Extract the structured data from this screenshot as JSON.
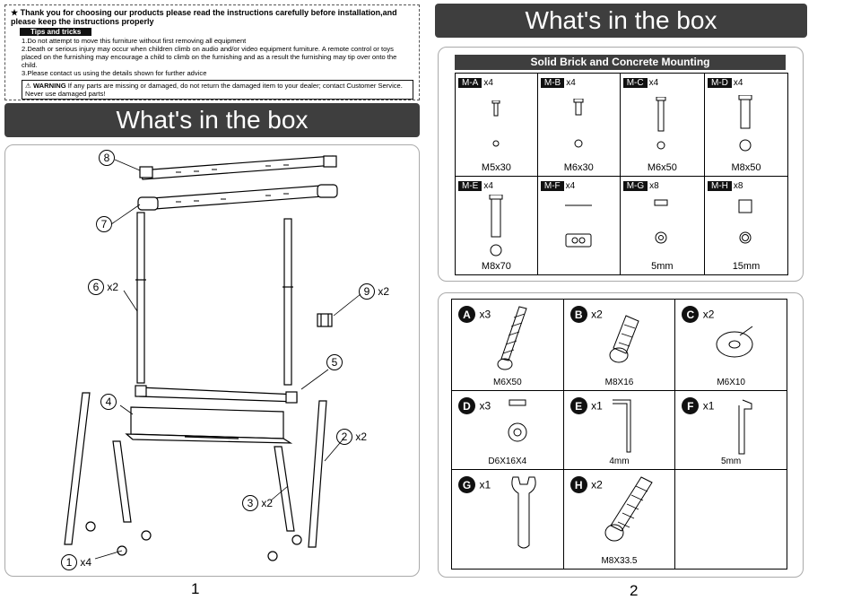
{
  "notice": {
    "header": "★ Thank you for choosing our products please read the instructions carefully before installation,and please keep the instructions properly",
    "tips_label": "Tips and tricks",
    "tips": [
      "1.Do not attempt to move this furniture without first removing all equipment",
      "2.Death or serious injury may occur when children climb on audio and/or video equipment furniture. A remote control or toys placed on the furnishing may encourage a child to climb on the furnishing and as a result the furnishing may tip over onto the child.",
      "3.Please contact us using the details shown for further advice"
    ],
    "warning_label": "WARNING",
    "warning_text": "If any parts are missing or damaged, do not return the damaged item to your dealer; contact Customer Service. Never use damaged parts!"
  },
  "left": {
    "title": "What's in the box",
    "page_number": "1",
    "parts": [
      {
        "num": "8",
        "qty": ""
      },
      {
        "num": "7",
        "qty": ""
      },
      {
        "num": "6",
        "qty": "x2"
      },
      {
        "num": "9",
        "qty": "x2"
      },
      {
        "num": "5",
        "qty": ""
      },
      {
        "num": "4",
        "qty": ""
      },
      {
        "num": "2",
        "qty": "x2"
      },
      {
        "num": "3",
        "qty": "x2"
      },
      {
        "num": "1",
        "qty": "x4"
      }
    ]
  },
  "right": {
    "title": "What's in the box",
    "page_number": "2",
    "mount_title": "Solid Brick and Concrete Mounting",
    "mount": [
      {
        "code": "M-A",
        "qty": "x4",
        "size": "M5x30"
      },
      {
        "code": "M-B",
        "qty": "x4",
        "size": "M6x30"
      },
      {
        "code": "M-C",
        "qty": "x4",
        "size": "M6x50"
      },
      {
        "code": "M-D",
        "qty": "x4",
        "size": "M8x50"
      },
      {
        "code": "M-E",
        "qty": "x4",
        "size": "M8x70"
      },
      {
        "code": "M-F",
        "qty": "x4",
        "size": ""
      },
      {
        "code": "M-G",
        "qty": "x8",
        "size": "5mm"
      },
      {
        "code": "M-H",
        "qty": "x8",
        "size": "15mm"
      }
    ],
    "hardware": [
      {
        "letter": "A",
        "qty": "x3",
        "size": "M6X50"
      },
      {
        "letter": "B",
        "qty": "x2",
        "size": "M8X16"
      },
      {
        "letter": "C",
        "qty": "x2",
        "size": "M6X10"
      },
      {
        "letter": "D",
        "qty": "x3",
        "size": "D6X16X4"
      },
      {
        "letter": "E",
        "qty": "x1",
        "size": "4mm"
      },
      {
        "letter": "F",
        "qty": "x1",
        "size": "5mm"
      },
      {
        "letter": "G",
        "qty": "x1",
        "size": ""
      },
      {
        "letter": "H",
        "qty": "x2",
        "size": "M8X33.5"
      }
    ]
  }
}
